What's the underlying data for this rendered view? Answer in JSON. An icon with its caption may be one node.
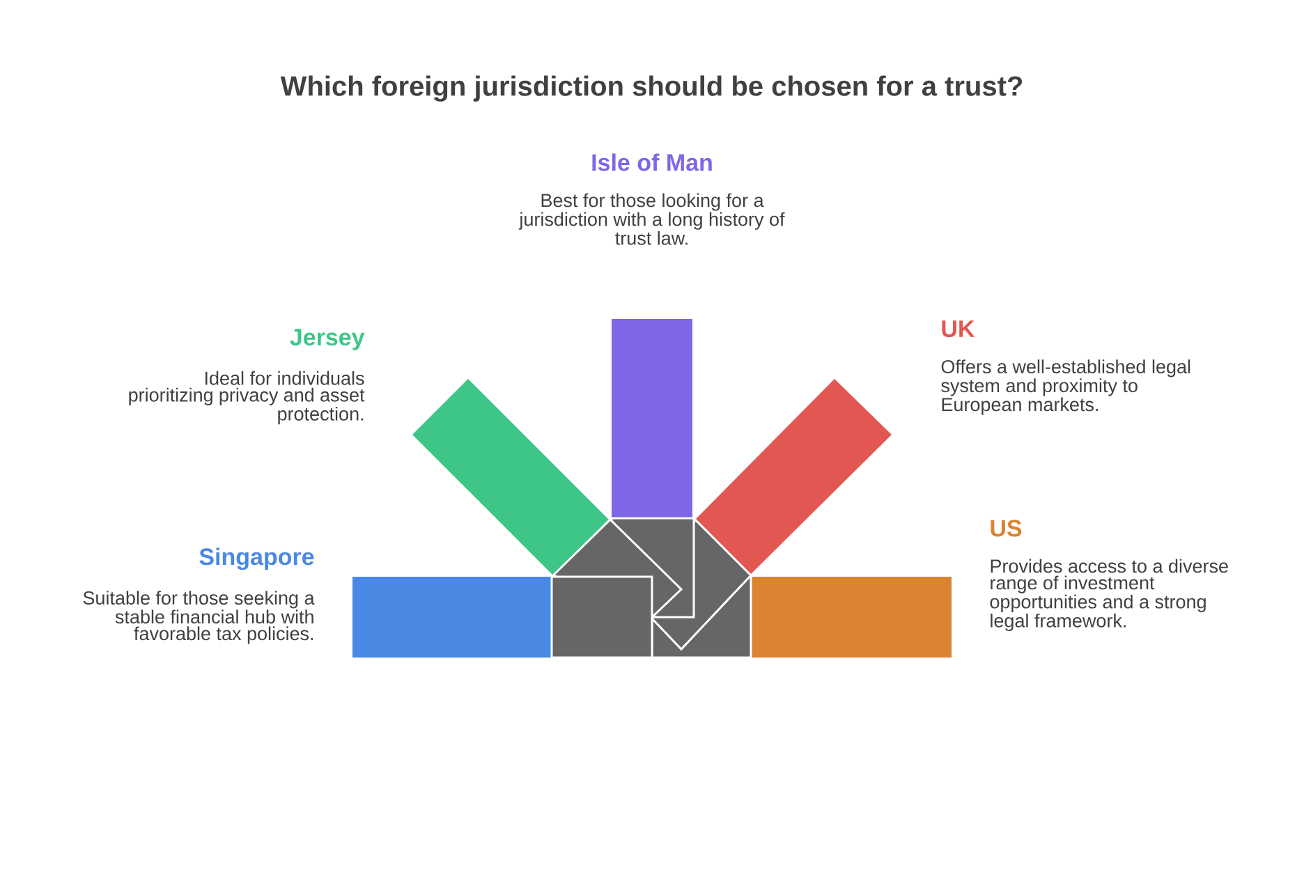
{
  "diagram": {
    "title": "Which foreign jurisdiction should be chosen for a trust?",
    "nodes": [
      {
        "text": [
          "Isle of Man",
          "Best for those looking for a jurisdiction with a long history of trust law."
        ]
      },
      {
        "text": [
          "Jersey",
          "Ideal for individuals prioritizing privacy and asset protection."
        ]
      },
      {
        "text": [
          "UK",
          "Offers a well-established legal system and proximity to European markets."
        ]
      },
      {
        "text": [
          "Singapore",
          "Suitable for those seeking a stable financial hub with favorable tax policies."
        ]
      },
      {
        "text": [
          "US",
          "Provides access to a diverse range of investment opportunities and a strong legal framework."
        ]
      }
    ]
  }
}
